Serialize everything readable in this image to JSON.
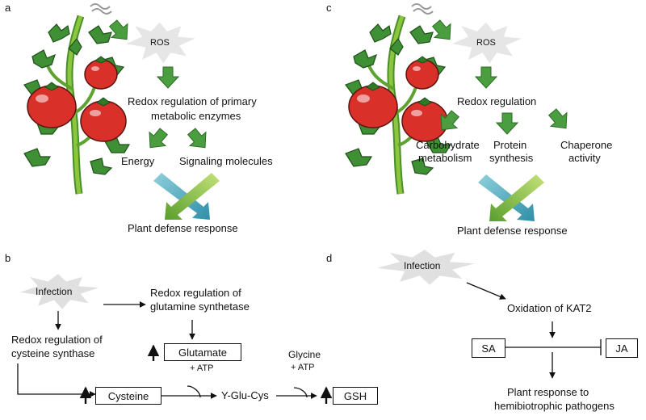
{
  "panels": {
    "a": {
      "letter": "a",
      "ros": "ROS",
      "main": [
        "Redox regulation of primary",
        "metabolic enzymes"
      ],
      "left_outcome": "Energy",
      "right_outcome": "Signaling molecules",
      "result": "Plant defense response"
    },
    "c": {
      "letter": "c",
      "ros": "ROS",
      "main": "Redox regulation",
      "out1": [
        "Carbohydrate",
        "metabolism"
      ],
      "out2": [
        "Protein",
        "synthesis"
      ],
      "out3": [
        "Chaperone",
        "activity"
      ],
      "result": "Plant defense response"
    },
    "b": {
      "letter": "b",
      "infection": "Infection",
      "gs": [
        "Redox regulation of",
        "glutamine synthetase"
      ],
      "cs": [
        "Redox regulation of",
        "cysteine synthase"
      ],
      "glutamate": "Glutamate",
      "glycine": "Glycine",
      "atp1": "+ ATP",
      "atp2": "+ ATP",
      "cysteine": "Cysteine",
      "yglucys": "Y-Glu-Cys",
      "gsh": "GSH"
    },
    "d": {
      "letter": "d",
      "infection": "Infection",
      "kat2": "Oxidation of KAT2",
      "sa": "SA",
      "ja": "JA",
      "response": [
        "Plant response to",
        "hemibiotrophic pathogens"
      ]
    }
  },
  "colors": {
    "green_arrow": "#4a9e3f",
    "tomato": "#d9302a",
    "leaf": "#3f8f35",
    "burst": "#e6e6e6",
    "cross_blue": "#3aa6b8",
    "cross_green": "#7cbf3a"
  }
}
